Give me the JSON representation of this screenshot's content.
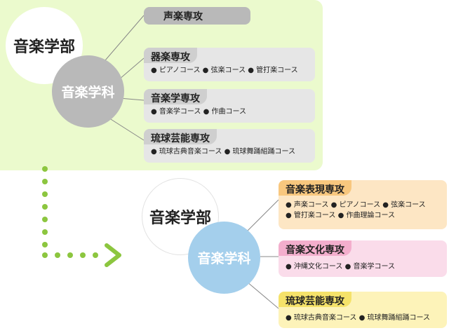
{
  "old": {
    "department": "音楽学部",
    "subject": "音楽学科",
    "majors": [
      {
        "title": "声楽専攻",
        "courses": ""
      },
      {
        "title": "器楽専攻",
        "courses": "● ピアノコース ● 弦楽コース ● 管打楽コース"
      },
      {
        "title": "音楽学専攻",
        "courses": "● 音楽学コース ● 作曲コース"
      },
      {
        "title": "琉球芸能専攻",
        "courses": "● 琉球古典音楽コース ● 琉球舞踊組踊コース"
      }
    ]
  },
  "new": {
    "department": "音楽学部",
    "subject": "音楽学科",
    "majors": [
      {
        "title": "音楽表現専攻",
        "courses_line1": "● 声楽コース ● ピアノコース ● 弦楽コース",
        "courses_line2": "● 管打楽コース ● 作曲理論コース"
      },
      {
        "title": "音楽文化専攻",
        "courses_line1": "● 沖縄文化コース ● 音楽学コース",
        "courses_line2": ""
      },
      {
        "title": "琉球芸能専攻",
        "courses_line1": "● 琉球古典音楽コース ● 琉球舞踊組踊コース",
        "courses_line2": ""
      }
    ]
  },
  "colors": {
    "top_panel": "#ebfacd",
    "old_subject": "#b9b9b9",
    "new_subject": "#a4cfec",
    "arrow": "#8cc63f",
    "music_expression_tab": "#f8c77e",
    "music_expression_box": "#fde6c4",
    "music_culture_tab": "#f3aecd",
    "music_culture_box": "#fadcea",
    "ryukyu_tab": "#f5e26a",
    "ryukyu_box": "#fdf3b9"
  }
}
